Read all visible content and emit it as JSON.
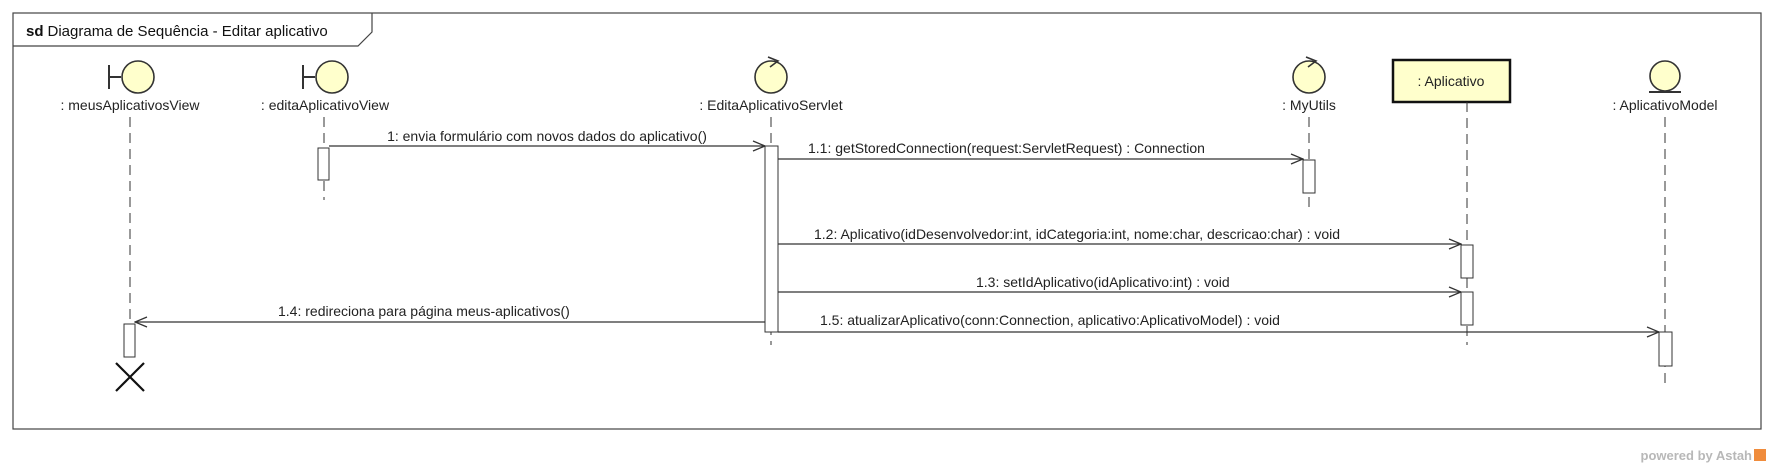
{
  "frame": {
    "keyword": "sd",
    "title": "Diagrama de Sequência - Editar aplicativo"
  },
  "lifelines": [
    {
      "label": ": meusAplicativosView",
      "kind": "boundary"
    },
    {
      "label": ": editaAplicativoView",
      "kind": "boundary"
    },
    {
      "label": ": EditaAplicativoServlet",
      "kind": "control"
    },
    {
      "label": ": MyUtils",
      "kind": "control"
    },
    {
      "label": ": Aplicativo",
      "kind": "class"
    },
    {
      "label": ": AplicativoModel",
      "kind": "entity"
    }
  ],
  "messages": [
    {
      "label": "1: envia formulário com novos dados do aplicativo()"
    },
    {
      "label": "1.1: getStoredConnection(request:ServletRequest) : Connection"
    },
    {
      "label": "1.2: Aplicativo(idDesenvolvedor:int, idCategoria:int, nome:char, descricao:char) : void"
    },
    {
      "label": "1.3: setIdAplicativo(idAplicativo:int) : void"
    },
    {
      "label": "1.4: redireciona para página meus-aplicativos()"
    },
    {
      "label": "1.5: atualizarAplicativo(conn:Connection, aplicativo:AplicativoModel) : void"
    }
  ],
  "colors": {
    "symbol_fill": "#ffffcc",
    "line": "#333333",
    "watermark_logo": "#f08c3c"
  },
  "watermark": {
    "text": "powered by Astah"
  }
}
